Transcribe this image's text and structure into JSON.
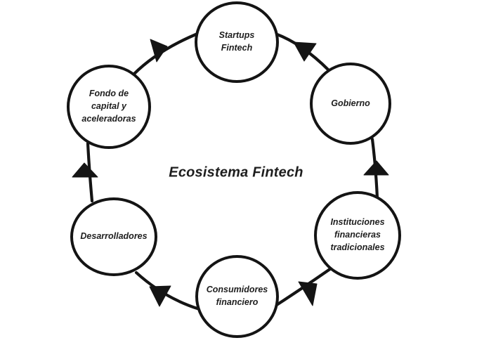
{
  "title": "Ecosistema Fintech",
  "colors": {
    "line": "#141414",
    "text": "#1e1e1e",
    "node_fill": "#ffffff",
    "background": "#ffffff"
  },
  "nodes": {
    "startups": {
      "label": "Startups\nFintech"
    },
    "gobierno": {
      "label": "Gobierno"
    },
    "instituciones": {
      "label": "Instituciones\nfinancieras\ntradicionales"
    },
    "consumidores": {
      "label": "Consumidores\nfinanciero"
    },
    "desarrolladores": {
      "label": "Desarrolladores"
    },
    "fondo": {
      "label": "Fondo de\ncapital y\naceleradoras"
    }
  },
  "arrows": [
    {
      "between": [
        "fondo",
        "startups"
      ],
      "arrowhead": "tip-up-left"
    },
    {
      "between": [
        "startups",
        "gobierno"
      ],
      "arrowhead": "tip-down"
    },
    {
      "between": [
        "instituciones",
        "gobierno"
      ],
      "arrowhead": "tip-up"
    },
    {
      "between": [
        "consumidores",
        "instituciones"
      ],
      "arrowhead": "tip-up-left"
    },
    {
      "between": [
        "desarrolladores",
        "consumidores"
      ],
      "arrowhead": "tip-down-left"
    },
    {
      "between": [
        "desarrolladores",
        "fondo"
      ],
      "arrowhead": "tip-up"
    }
  ]
}
